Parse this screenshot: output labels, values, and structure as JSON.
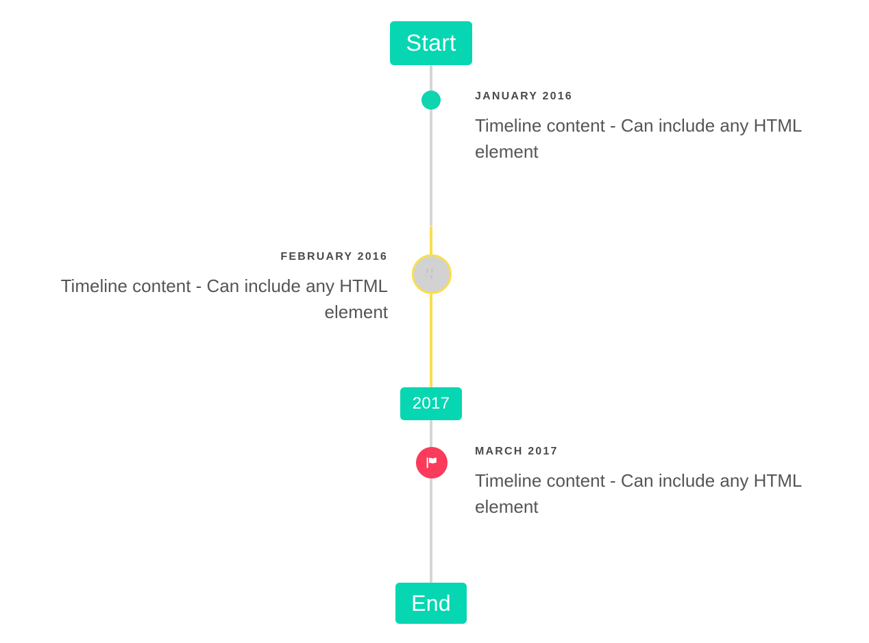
{
  "timeline": {
    "axis_color": "#d6d6d6",
    "axis_highlight_color": "#f9de4f",
    "accent_color": "#07d6b2",
    "flag_color": "#fb3b5c",
    "start_badge": {
      "label": "Start"
    },
    "year_badge": {
      "label": "2017"
    },
    "end_badge": {
      "label": "End"
    },
    "entries": [
      {
        "date": "JANUARY 2016",
        "body": "Timeline content - Can include any HTML element",
        "side": "right",
        "marker": "dot-icon",
        "marker_color": "#0fd4b0"
      },
      {
        "date": "FEBRUARY 2016",
        "body": "Timeline content - Can include any HTML element",
        "side": "left",
        "marker": "broken-image-icon",
        "marker_color": "#d2d2d2",
        "marker_ring_color": "#f9de4f"
      },
      {
        "date": "MARCH 2017",
        "body": "Timeline content - Can include any HTML element",
        "side": "right",
        "marker": "flag-icon",
        "marker_color": "#fb3b5c"
      }
    ]
  }
}
